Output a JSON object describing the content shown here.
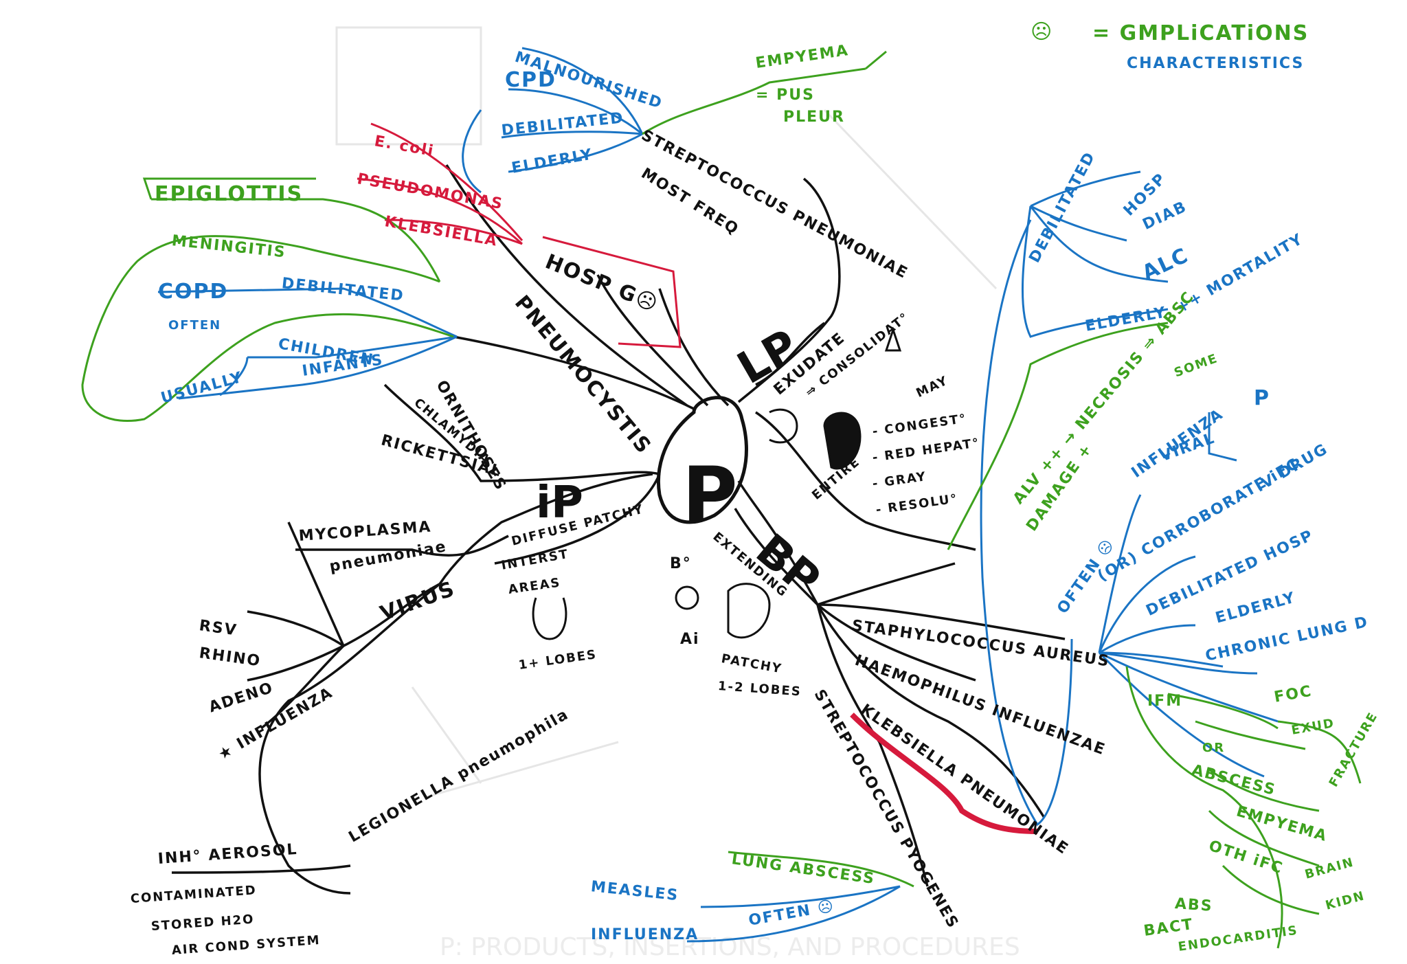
{
  "legend": {
    "symbol": "☹",
    "complications": "= GMPLiCATiONS",
    "characteristics": "CHARACTERISTICS"
  },
  "center": "P",
  "branches": {
    "lp": {
      "label": "LP",
      "streptococcus": "STREPTOCOCCUS PNEUMONIAE",
      "most_freq": "MOST FREQ",
      "empyema": "EMPYEMA",
      "pus": "= PUS",
      "pleur": "PLEUR",
      "malnourished": "MALNOURISHED",
      "cpd": "CPD",
      "debilitated": "DEBILITATED",
      "elderly": "ELDERLY",
      "hosp": "HOSP G☹",
      "ecoli": "E. coli",
      "pseudomonas": "PSEUDOMONAS",
      "klebsiella": "KLEBSIELLA",
      "pneumocystis": "PNEUMOCYSTIS",
      "exudate": "EXUDATE",
      "consolidation": "⇒ CONSOLIDAT°",
      "may": "MAY",
      "stage1": "- CONGEST°",
      "stage2": "- RED HEPAT°",
      "stage3": "- GRAY",
      "stage4": "- RESOLU°",
      "entire": "ENTIRE"
    },
    "ip": {
      "label": "iP",
      "epiglottis": "EPIGLOTTIS",
      "meningitis": "MENINGITIS",
      "copd": "COPD",
      "debilitated": "DEBILITATED",
      "often": "OFTEN",
      "usually": "USUALLY",
      "children": "CHILDREN",
      "infants": "INFANTS",
      "ornithoses": "ORNITHOSES",
      "chlamydia": "CHLAMYDIA",
      "rickettsial": "RICKETTSIAL",
      "mycoplasma": "MYCOPLASMA",
      "pneumoniae": "pneumoniae",
      "virus": "VIRUS",
      "rsv": "RSV",
      "rhino": "RHINO",
      "adeno": "ADENO",
      "influenza": "★ INFLUENZA",
      "diffuse": "DIFFUSE PATCHY",
      "interst": "INTERST",
      "areas": "AREAS",
      "lobes": "1+ LOBES",
      "legionella": "LEGIONELLA pneumophila",
      "inh": "INH° AEROSOL",
      "contaminated": "CONTAMINATED",
      "stored": "STORED H2O",
      "air": "AIR COND SYSTEM"
    },
    "bp": {
      "label": "BP",
      "b": "B°",
      "ai": "Ai",
      "extending": "EXTENDING",
      "patchy": "PATCHY",
      "lobes": "1-2 LOBES",
      "staph": "STAPHYLOCOCCUS AUREUS",
      "haemophilus": "HAEMOPHILUS INFLUENZAE",
      "klebsiella": "KLEBSIELLA PNEUMONIAE",
      "strep_pyogenes": "STREPTOCOCCUS PYOGENES",
      "lung_abscess": "LUNG ABSCESS",
      "often": "OFTEN ☹",
      "measles": "MEASLES",
      "influenza": "INFLUENZA",
      "debilitated": "DEBILITATED",
      "hosp": "HOSP",
      "diab": "DIAB",
      "alc": "ALC",
      "elderly": "ELDERLY",
      "mortality": "++ MORTALITY",
      "alv": "ALV ++ → NECROSIS ⇒ ABSC",
      "damage": "DAMAGE +",
      "some": "SOME",
      "influenza2": "INFLUENZA",
      "viral": "VIRAL",
      "p": "P",
      "iv": "iV DRUG",
      "often2": "OFTEN ☹",
      "corroborate": "(OR) CORROBORATE iFC",
      "debilitated2": "DEBILITATED HOSP",
      "elderly2": "ELDERLY",
      "chronic": "CHRONIC LUNG D",
      "ifm": "IFM",
      "foc": "FOC",
      "exud": "EXUD",
      "or": "OR",
      "abscess": "ABSCESS",
      "fracture": "FRACTURE",
      "empyema": "EMPYEMA",
      "othifc": "OTH iFC",
      "brain": "BRAIN",
      "kidn": "KIDN",
      "abs": "ABS",
      "bact": "BACT",
      "endocarditis": "ENDOCARDITIS"
    }
  },
  "colors": {
    "black": "#111111",
    "blue": "#1a74c4",
    "green": "#3da11e",
    "red": "#d61a3c"
  }
}
